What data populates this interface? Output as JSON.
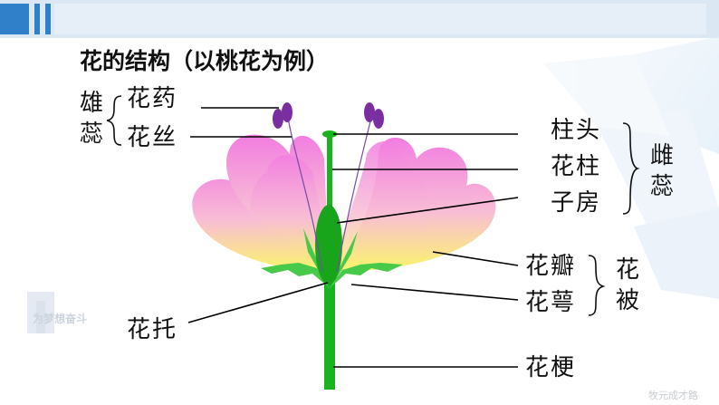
{
  "title": "花的结构（以桃花为例）",
  "labels": {
    "stamen_group": "雄\n蕊",
    "anther": "花药",
    "filament": "花丝",
    "stigma": "柱头",
    "style": "花柱",
    "ovary": "子房",
    "pistil_group": "雌\n蕊",
    "petal": "花瓣",
    "sepal": "花萼",
    "perianth_group": "花\n被",
    "receptacle": "花托",
    "pedicel": "花梗"
  },
  "watermarks": {
    "logo_text": "为梦想奋斗",
    "corner_text": "牧元成才路"
  },
  "colors": {
    "accent_blue": "#2f80c9",
    "bar_light": "#dbe7f3",
    "stem_green": "#19b320",
    "sepal_green": "#49c94a",
    "ovary_green": "#18a51c",
    "anther_purple": "#7a2ea0",
    "petal_pink": "#f27de0",
    "petal_yellow": "#fbf56a"
  }
}
